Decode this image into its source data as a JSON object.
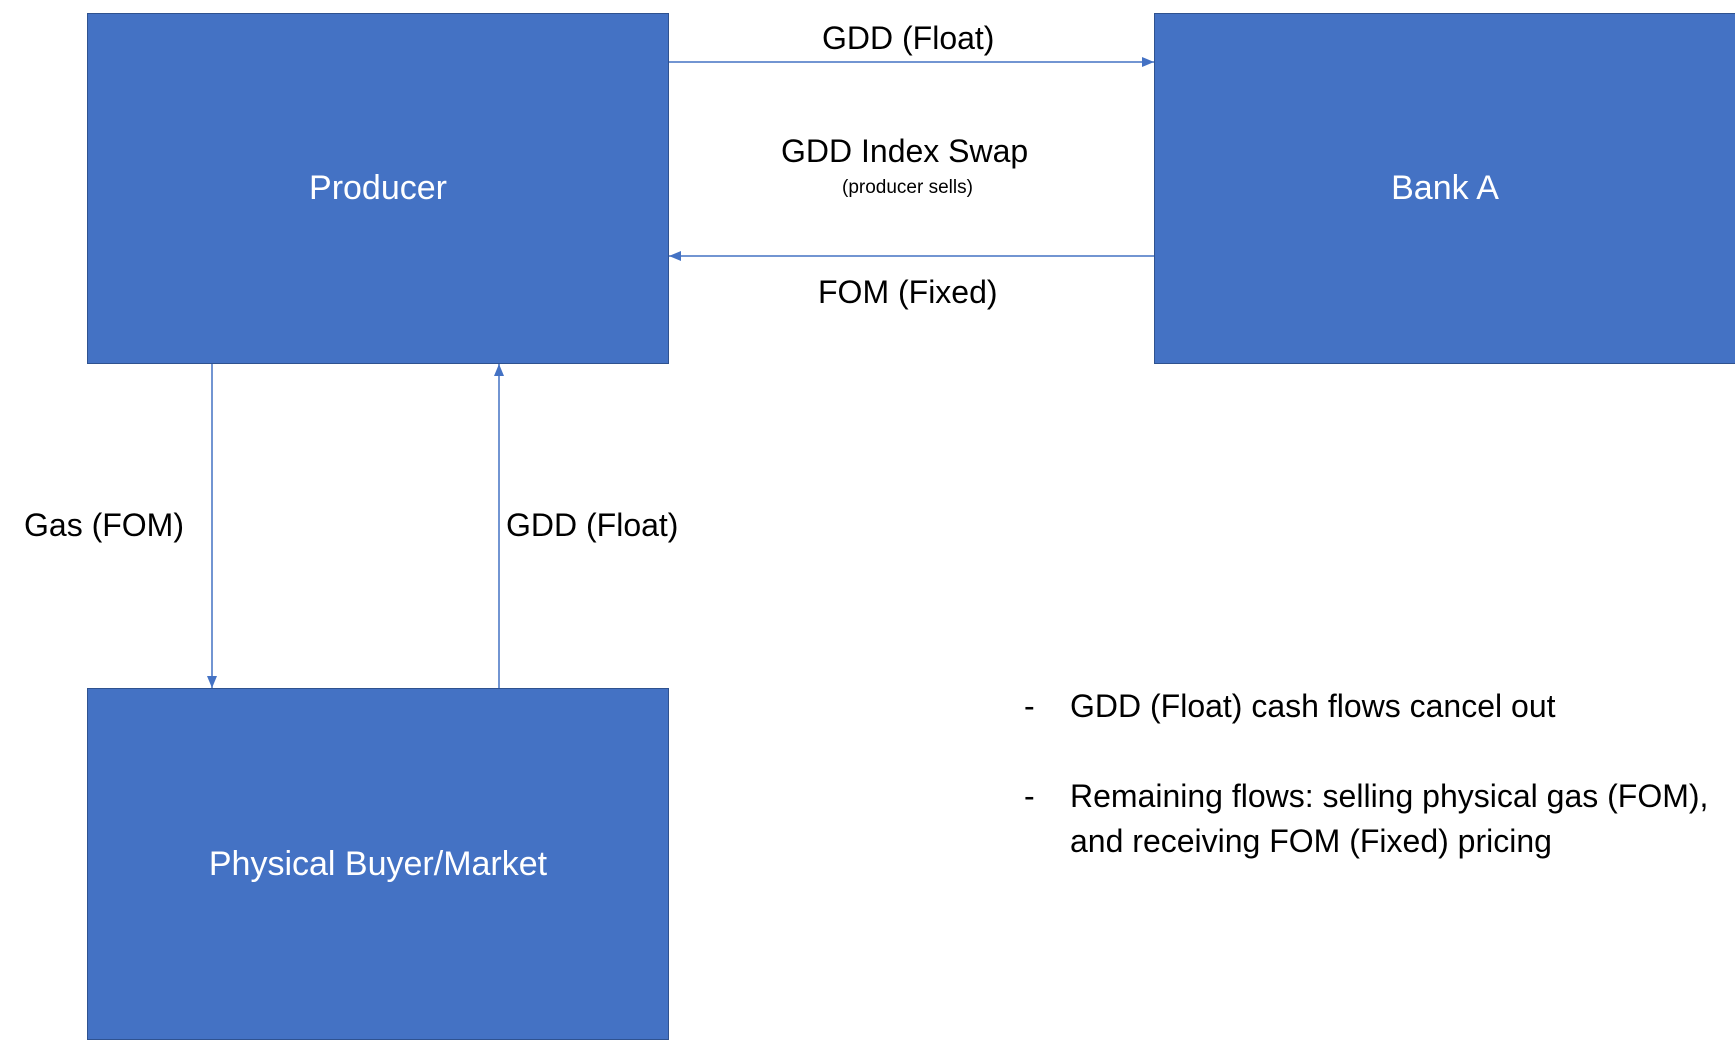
{
  "nodes": {
    "producer": "Producer",
    "bank": "Bank A",
    "buyer": "Physical Buyer/Market"
  },
  "edges": {
    "producer_to_bank": "GDD (Float)",
    "swap_title": "GDD Index Swap",
    "swap_subtitle": "(producer sells)",
    "bank_to_producer": "FOM (Fixed)",
    "producer_to_buyer": "Gas (FOM)",
    "buyer_to_producer": "GDD (Float)"
  },
  "notes": [
    {
      "bullet": "-",
      "text": "GDD (Float) cash flows cancel out"
    },
    {
      "bullet": "-",
      "text": "Remaining flows: selling physical gas (FOM), and receiving FOM (Fixed) pricing"
    }
  ],
  "colors": {
    "box_fill": "#4472C4",
    "box_border": "#2F528F",
    "arrow": "#4472C4"
  }
}
